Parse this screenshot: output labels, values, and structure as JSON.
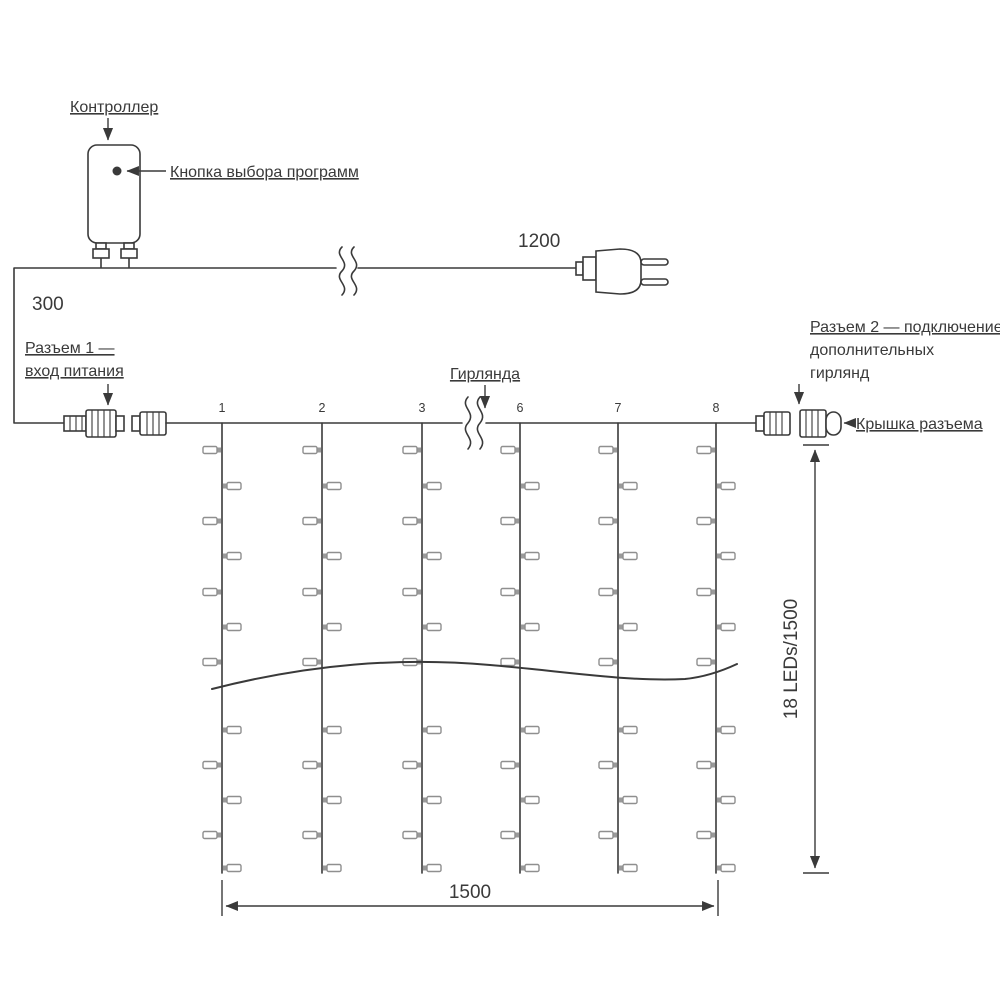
{
  "labels": {
    "controller": "Контроллер",
    "program_button": "Кнопка выбора программ",
    "garland": "Гирлянда",
    "connector1_line1": "Разъем 1 —",
    "connector1_line2": "вход питания",
    "connector2_line1": "Разъем 2 — подключение",
    "connector2_line2": "дополнительных",
    "connector2_line3": "гирлянд",
    "connector_cap": "Крышка разъема"
  },
  "dimensions": {
    "power_cord": "1200",
    "lead_in": "300",
    "curtain_height": "18 LEDs/1500",
    "curtain_width": "1500"
  },
  "strands": {
    "numbers": [
      "1",
      "2",
      "3",
      "6",
      "7",
      "8"
    ]
  },
  "colors": {
    "line": "#3a3a3a",
    "text": "#3a3a3a",
    "led": "#8f8f8f",
    "background": "#ffffff"
  }
}
